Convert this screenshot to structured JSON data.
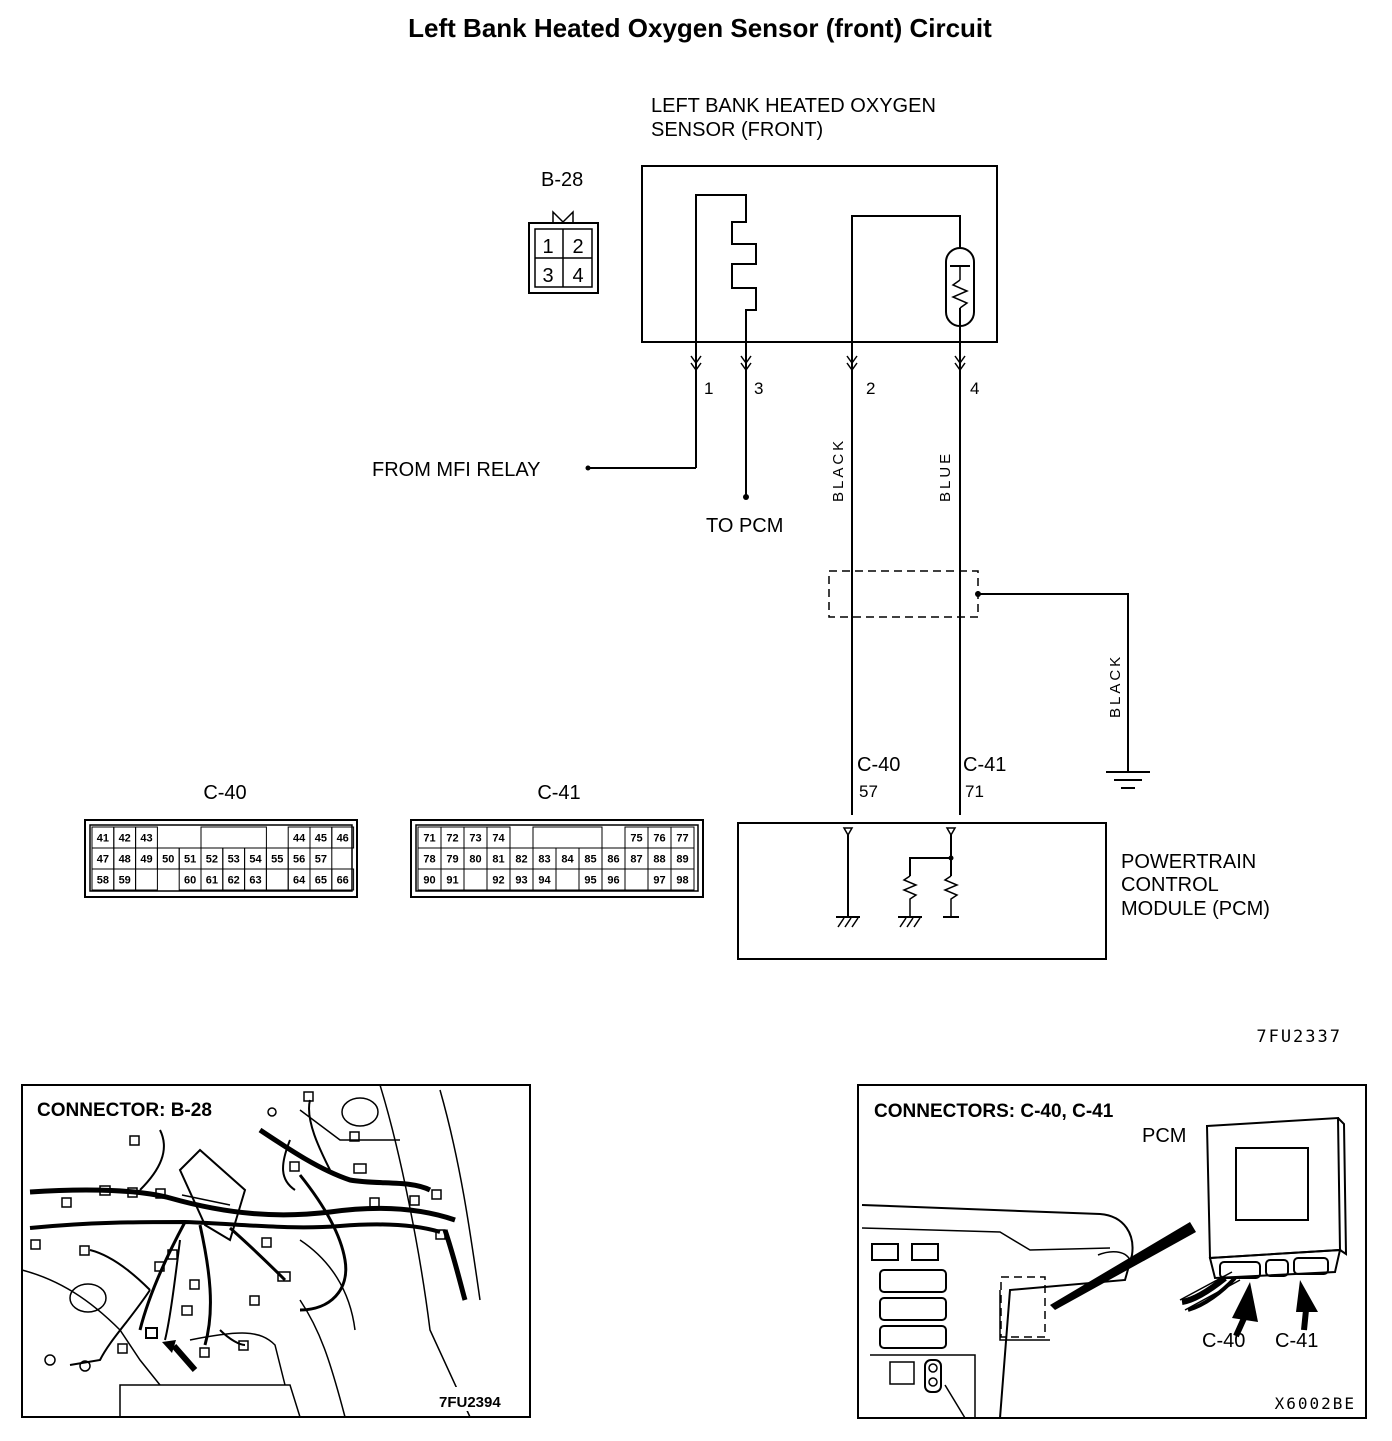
{
  "title": "Left Bank Heated Oxygen Sensor (front) Circuit",
  "sensor": {
    "label_line1": "LEFT BANK HEATED OXYGEN",
    "label_line2": "SENSOR (FRONT)",
    "connector_id": "B-28",
    "connector_pins": [
      "1",
      "2",
      "3",
      "4"
    ]
  },
  "wires": {
    "pin1": "1",
    "pin3": "3",
    "pin2": "2",
    "pin4": "4",
    "pin2_color": "BLACK",
    "pin4_color": "BLUE",
    "ground_color": "BLACK",
    "from_mfi": "FROM MFI RELAY",
    "to_pcm": "TO PCM"
  },
  "pcm": {
    "label_line1": "POWERTRAIN",
    "label_line2": "CONTROL",
    "label_line3": "MODULE (PCM)",
    "conn_a": "C-40",
    "conn_a_pin": "57",
    "conn_b": "C-41",
    "conn_b_pin": "71"
  },
  "connector_c40": {
    "name": "C-40",
    "rows": [
      [
        "41",
        "42",
        "43",
        "",
        "44",
        "45",
        "46"
      ],
      [
        "47",
        "48",
        "49",
        "50",
        "51",
        "52",
        "53",
        "54",
        "55",
        "56",
        "57"
      ],
      [
        "58",
        "59",
        "",
        "60",
        "61",
        "62",
        "63",
        "",
        "64",
        "65",
        "66"
      ]
    ]
  },
  "connector_c41": {
    "name": "C-41",
    "rows": [
      [
        "71",
        "72",
        "73",
        "74",
        "",
        "75",
        "76",
        "77"
      ],
      [
        "78",
        "79",
        "80",
        "81",
        "82",
        "83",
        "84",
        "85",
        "86",
        "87",
        "88",
        "89"
      ],
      [
        "90",
        "91",
        "",
        "92",
        "93",
        "94",
        "",
        "95",
        "96",
        "",
        "97",
        "98"
      ]
    ]
  },
  "figure_code": "7FU2337",
  "panel_left": {
    "title": "CONNECTOR:  B-28",
    "code": "7FU2394"
  },
  "panel_right": {
    "title": "CONNECTORS: C-40, C-41",
    "pcm_label": "PCM",
    "arrow_a": "C-40",
    "arrow_b": "C-41",
    "code": "X6002BE"
  }
}
